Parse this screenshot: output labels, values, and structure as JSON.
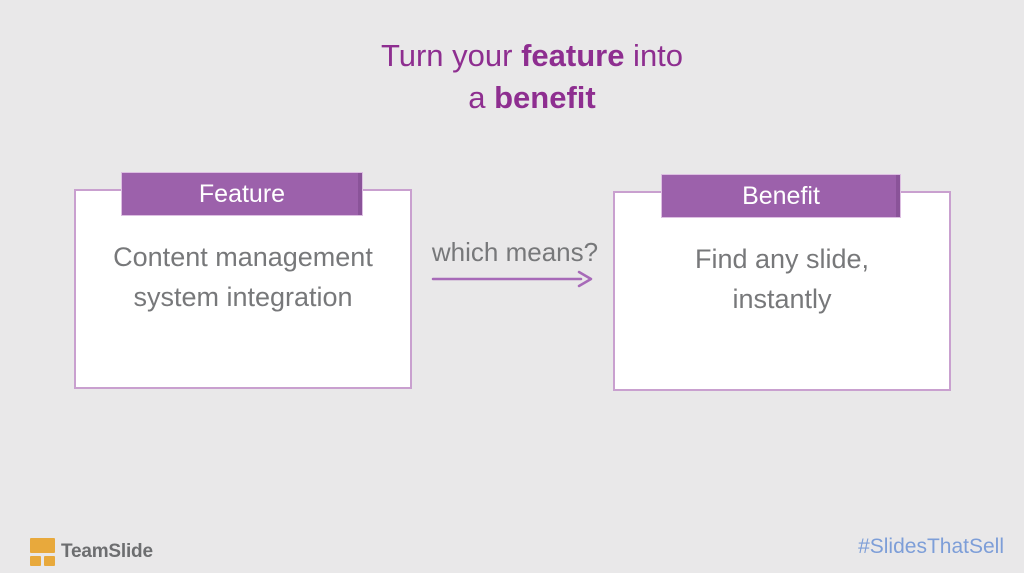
{
  "colors": {
    "background": "#e9e8e9",
    "title_purple": "#8e2e90",
    "tab_purple": "#9c61ab",
    "tab_border": "#ddbfe2",
    "box_border": "#c9a0cf",
    "box_bg": "#ffffff",
    "body_gray": "#77787a",
    "arrow_purple": "#a76ab8",
    "brand_gray": "#6d6e70",
    "logo_orange": "#e8a93c",
    "hashtag_blue": "#7d9ed8"
  },
  "title": {
    "line1_regular": "Turn your ",
    "line1_bold": "feature",
    "line1_suffix": " into",
    "line2_regular": "a ",
    "line2_bold": "benefit"
  },
  "feature_card": {
    "label": "Feature",
    "body": "Content management\nsystem integration"
  },
  "benefit_card": {
    "label": "Benefit",
    "body": "Find any slide,\ninstantly"
  },
  "connector": {
    "label": "which means?"
  },
  "footer": {
    "brand": "TeamSlide",
    "hashtag": "#SlidesThatSell"
  }
}
